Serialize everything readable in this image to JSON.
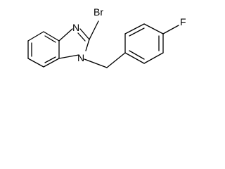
{
  "molecule": {
    "atoms": {
      "bromine": "Br",
      "imidazole_nitrogen": "N",
      "benzyl_nitrogen": "N",
      "fluorine": "F"
    },
    "colors": {
      "bond": "#000000",
      "label": "#000000",
      "background": "#ffffff"
    }
  }
}
